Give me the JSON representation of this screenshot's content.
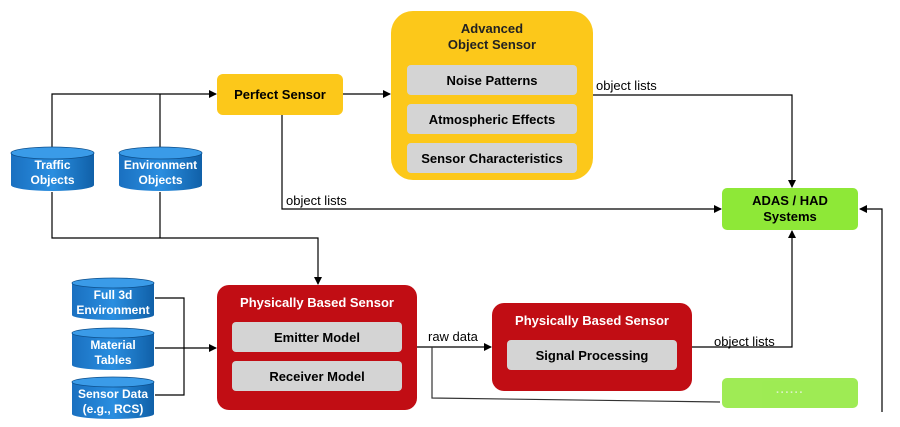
{
  "perfect_sensor": "Perfect Sensor",
  "advanced_sensor": {
    "title_line1": "Advanced",
    "title_line2": "Object Sensor",
    "items": [
      "Noise Patterns",
      "Atmospheric Effects",
      "Sensor Characteristics"
    ]
  },
  "adas": {
    "line1": "ADAS / HAD",
    "line2": "Systems"
  },
  "physical_sensor_1": {
    "title": "Physically Based Sensor",
    "items": [
      "Emitter Model",
      "Receiver Model"
    ]
  },
  "physical_sensor_2": {
    "title": "Physically Based Sensor",
    "items": [
      "Signal Processing"
    ]
  },
  "databases": {
    "traffic": [
      "Traffic",
      "Objects"
    ],
    "environment": [
      "Environment",
      "Objects"
    ],
    "full3d": [
      "Full 3d",
      "Environment"
    ],
    "material": [
      "Material",
      "Tables"
    ],
    "sensor_data": [
      "Sensor Data",
      "(e.g., RCS)"
    ]
  },
  "labels": {
    "object_lists_top": "object lists",
    "object_lists_mid": "object lists",
    "object_lists_right": "object lists",
    "raw_data": "raw data"
  },
  "faded_box_text": "······",
  "colors": {
    "sensor_yellow": "#fcc81a",
    "physical_red": "#c10d14",
    "adas_green": "#8ee837",
    "database_blue": "#1565b0",
    "inner_gray": "#d4d4d4"
  }
}
